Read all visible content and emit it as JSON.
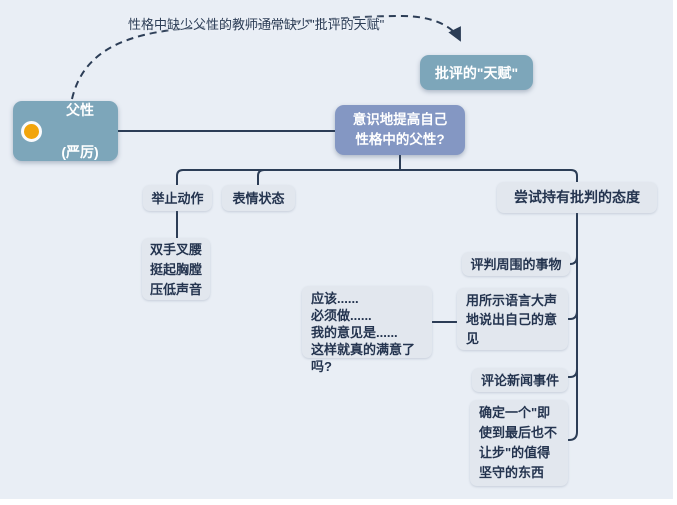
{
  "palette": {
    "background": "#e9eef5",
    "teal_node": "#7da6ba",
    "blue_node": "#8497c3",
    "gray_node": "#e2e7ee",
    "line": "#2c3d56",
    "dark_text": "#24344f",
    "light_text": "#ffffff",
    "marker_yellow": "#f2a50c"
  },
  "edge_label": "性格中缺少父性的教师通常缺少\"批评的天赋\"",
  "nodes": {
    "root_title": "父性",
    "root_subtitle": "(严厉)",
    "talent": "批评的\"天赋\"",
    "center": "意识地提高自己\n性格中的父性?",
    "behavior": "举止动作",
    "expression": "表情状态",
    "attitude": "尝试持有批判的态度",
    "posture": "双手叉腰\n挺起胸膛\n压低声音",
    "phrases": "应该......\n必须做......\n我的意见是......\n这样就真的满意了吗?",
    "judge_surroundings": "评判周围的事物",
    "speak_aloud": "用所示语言大声\n地说出自己的意\n见",
    "comment_news": "评论新闻事件",
    "stand_firm": "确定一个\"即\n使到最后也不\n让步\"的值得\n坚守的东西"
  }
}
